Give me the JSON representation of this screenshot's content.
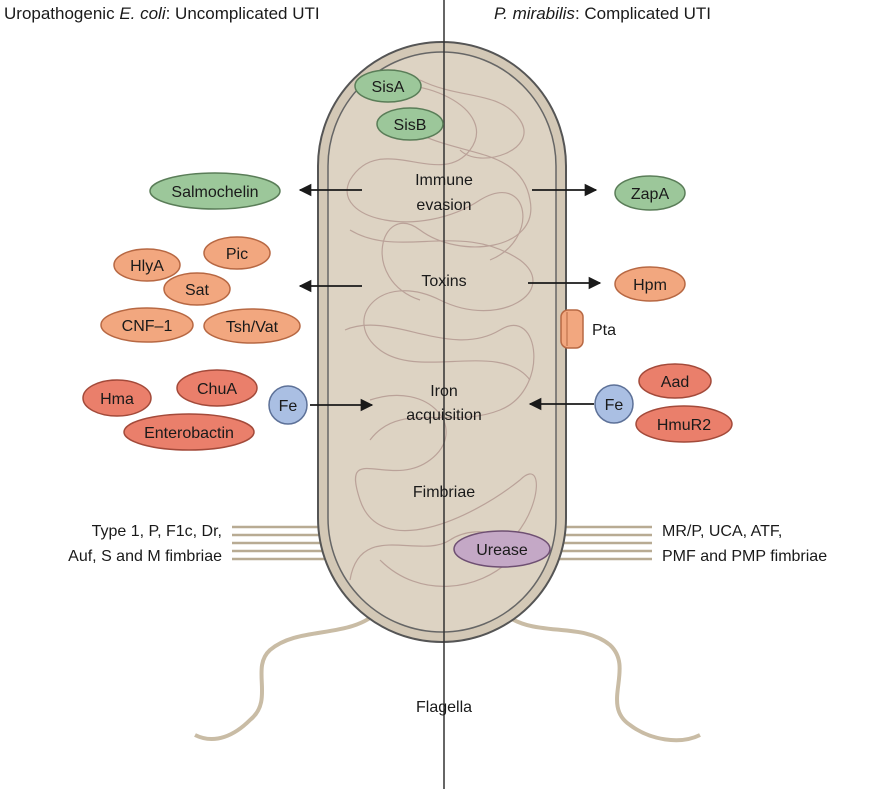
{
  "header": {
    "left_organism": "Uropathogenic ",
    "left_organism_italic": "E. coli",
    "left_condition": ": Uncomplicated UTI",
    "right_organism_italic": "P. mirabilis",
    "right_condition": ": Complicated UTI"
  },
  "cell": {
    "categories": {
      "immune_line1": "Immune",
      "immune_line2": "evasion",
      "toxins": "Toxins",
      "iron_line1": "Iron",
      "iron_line2": "acquisition",
      "fimbriae": "Fimbriae"
    },
    "flagella": "Flagella"
  },
  "factors": {
    "sisA": "SisA",
    "sisB": "SisB",
    "salmochelin": "Salmochelin",
    "zapA": "ZapA",
    "hlyA": "HlyA",
    "pic": "Pic",
    "sat": "Sat",
    "cnf1": "CNF–1",
    "tshVat": "Tsh/Vat",
    "hpm": "Hpm",
    "pta": "Pta",
    "hma": "Hma",
    "chuA": "ChuA",
    "enterobactin": "Enterobactin",
    "fe": "Fe",
    "aad": "Aad",
    "hmuR2": "HmuR2",
    "urease": "Urease"
  },
  "fimbriae_labels": {
    "left_line1": "Type 1, P, F1c, Dr,",
    "left_line2": "Auf, S and M fimbriae",
    "right_line1": "MR/P, UCA, ATF,",
    "right_line2": "PMF and PMP fimbriae"
  },
  "colors": {
    "green": "#9cc79a",
    "orange": "#f2a77f",
    "red": "#ea7f6b",
    "blue": "#aabfe3",
    "purple": "#c4a8c6",
    "cell_fill": "#ddd3c3",
    "cell_edge": "#555555"
  }
}
